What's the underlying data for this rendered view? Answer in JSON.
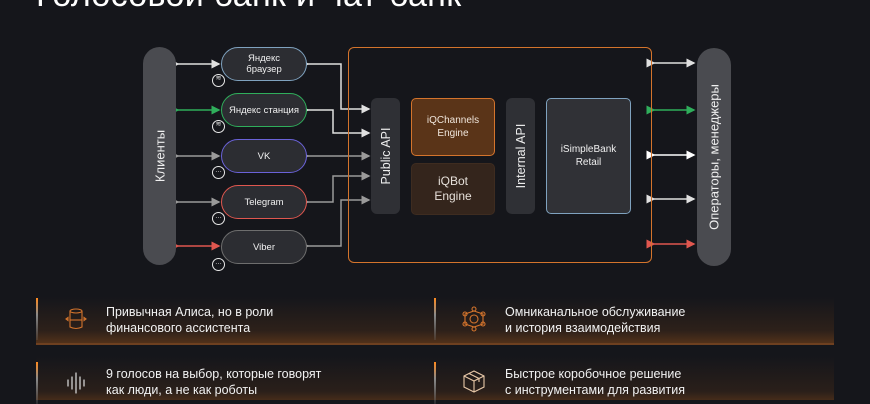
{
  "title": "Голосовой банк и чат-банк",
  "diagram": {
    "clients_label": "Клиенты",
    "operators_label": "Операторы, менеджеры",
    "channels": [
      {
        "label": "Яндекс браузер",
        "color": "#7fa2bf",
        "icon": "voice-bubble-icon",
        "arrow_color": "#e0e0e0"
      },
      {
        "label": "Яндекс станция",
        "color": "#2fae5b",
        "icon": "voice-bubble-icon",
        "arrow_color": "#2fae5b"
      },
      {
        "label": "VK",
        "color": "#6a62d8",
        "icon": "chat-bubble-icon",
        "arrow_color": "#9a9a9a"
      },
      {
        "label": "Telegram",
        "color": "#e0574f",
        "icon": "chat-bubble-icon",
        "arrow_color": "#9a9a9a"
      },
      {
        "label": "Viber",
        "color": "#6e6e6e",
        "icon": "chat-bubble-icon",
        "arrow_color": "#e0574f"
      }
    ],
    "public_api_label": "Public API",
    "internal_api_label": "Internal API",
    "iqchannels_label": "iQChannels Engine",
    "iqbot_label": "iQBot Engine",
    "isimplebank_label": "iSimpleBank Retail",
    "core_frame_color": "#d4742c",
    "operator_arrow_colors": [
      "#e0e0e0",
      "#2fae5b",
      "#ffffff",
      "#e0e0e0",
      "#e0574f"
    ]
  },
  "features": [
    {
      "text_line1": "Привычная Алиса, но в роли",
      "text_line2": "финансового ассистента",
      "icon": "smart-speaker-icon"
    },
    {
      "text_line1": "Омниканальное обслуживание",
      "text_line2": "и история взаимодействия",
      "icon": "network-hub-icon"
    },
    {
      "text_line1": "9 голосов на выбор, которые говорят",
      "text_line2": "как люди, а не как роботы",
      "icon": "sound-wave-icon"
    },
    {
      "text_line1": "Быстрое коробочное решение",
      "text_line2": "с инструментами для развития",
      "icon": "box-package-icon"
    }
  ],
  "accent_color": "#ff8a1e"
}
